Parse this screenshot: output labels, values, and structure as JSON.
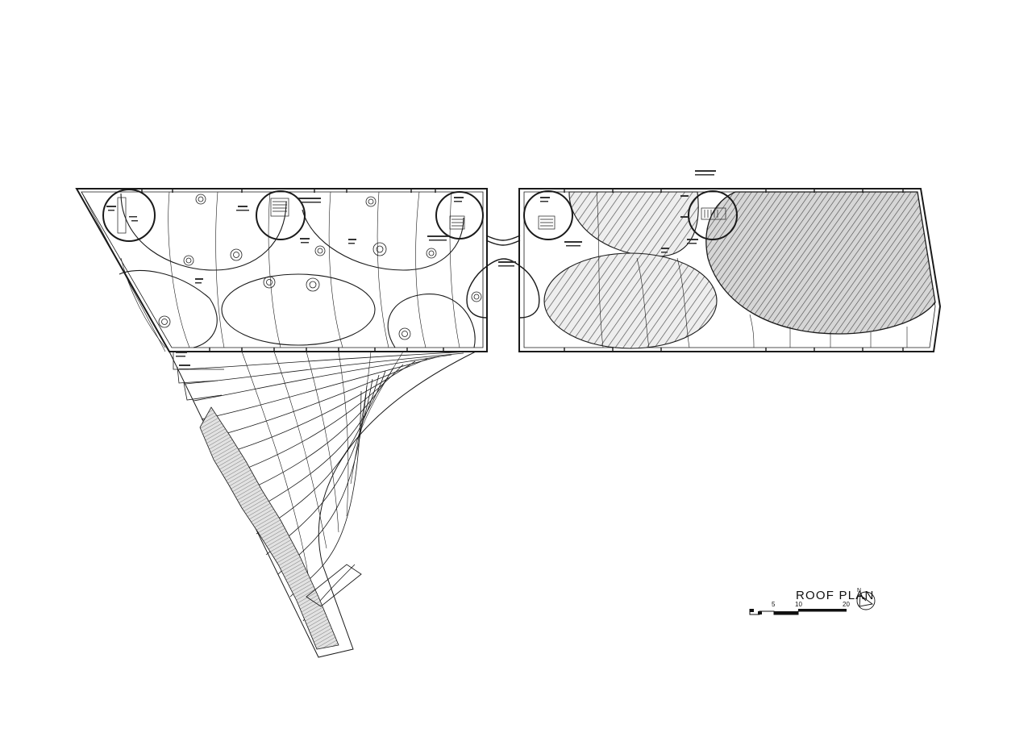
{
  "drawing": {
    "title": "ROOF PLAN",
    "scale_labels": [
      "5",
      "10",
      "20"
    ],
    "north_label": "N"
  },
  "colors": {
    "line": "#1a1a1a",
    "hatch": "#555555",
    "hatch_fill": "#dcdcdc",
    "background": "#ffffff"
  }
}
